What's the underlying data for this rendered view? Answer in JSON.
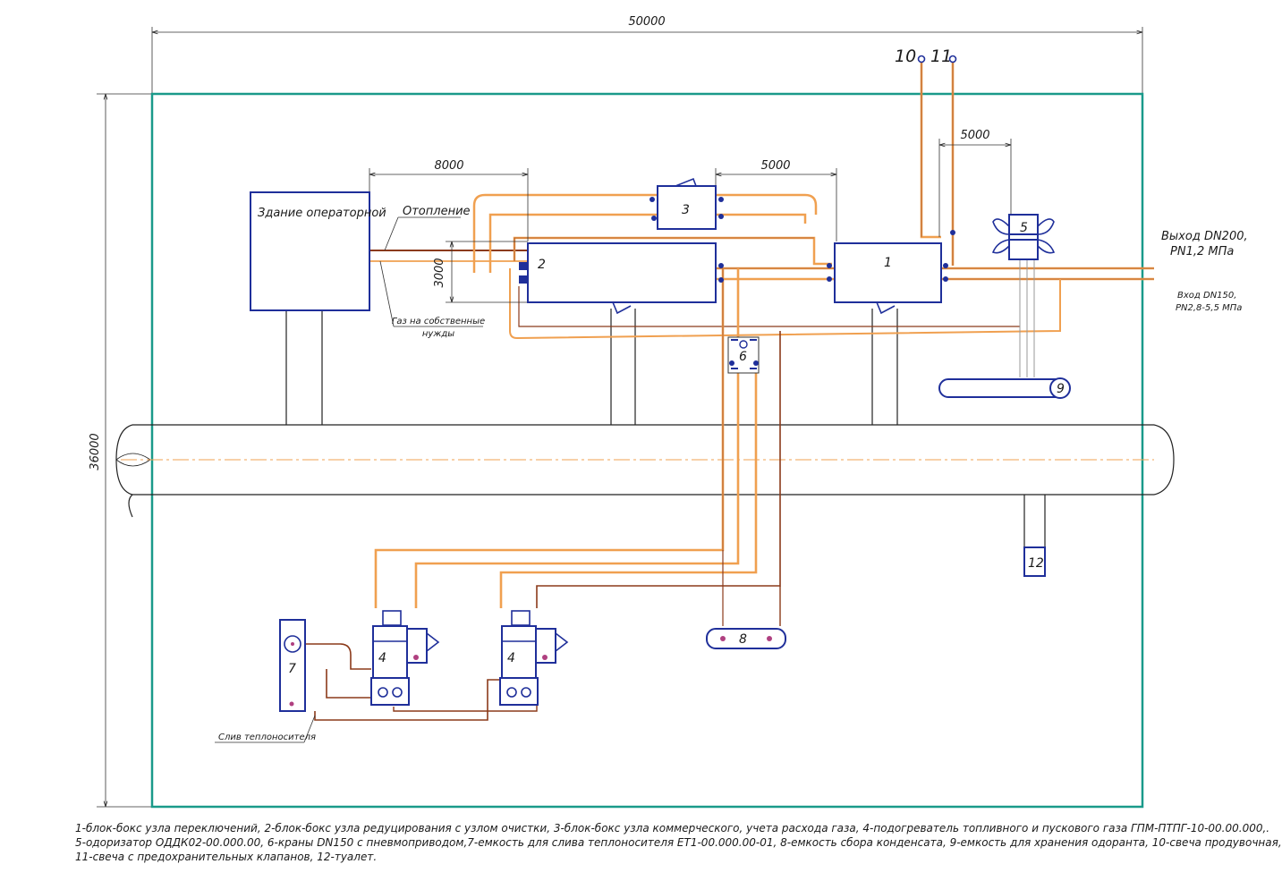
{
  "dimensions": {
    "total_width": "50000",
    "total_height": "36000",
    "dim_8000": "8000",
    "dim_5000_mid": "5000",
    "dim_5000_right": "5000",
    "dim_3000": "3000"
  },
  "labels": {
    "operator_building": "Здание операторной",
    "heating": "Отопление",
    "own_needs_gas_line1": "Газ на собственные",
    "own_needs_gas_line2": "нужды",
    "outlet_line1": "Выход DN200,",
    "outlet_line2": "PN1,2 МПа",
    "inlet_line1": "Вход DN150,",
    "inlet_line2": "PN2,8-5,5 МПа",
    "coolant_drain": "Слив теплоносителя"
  },
  "numbers": {
    "n1": "1",
    "n2": "2",
    "n3": "3",
    "n4a": "4",
    "n4b": "4",
    "n5": "5",
    "n6": "6",
    "n7": "7",
    "n8": "8",
    "n9": "9",
    "n10": "10",
    "n11": "11",
    "n12": "12"
  },
  "legend": {
    "line1": "1-блок-бокс узла переключений, 2-блок-бокс узла редуцирования с узлом очистки, 3-блок-бокс узла коммерческого, учета расхода газа, 4-подогреватель топливного и пускового газа ГПМ-ПТПГ-10-00.00.000,.",
    "line2": "5-одоризатор ОДДК02-00.000.00, 6-краны DN150 с пневмоприводом,7-емкость  для слива теплоносителя ЕТ1-00.000.00-01, 8-емкость сбора конденсата, 9-емкость для хранения одоранта, 10-свеча продувочная,",
    "line3": "11-свеча с предохранительных клапанов,  12-туалет."
  },
  "colors": {
    "boundary": "#1a9a8a",
    "equipment": "#1f2f9a",
    "pipe_brown": "#8b3a1a",
    "pipe_orange": "#f0a050",
    "road": "#222222"
  }
}
